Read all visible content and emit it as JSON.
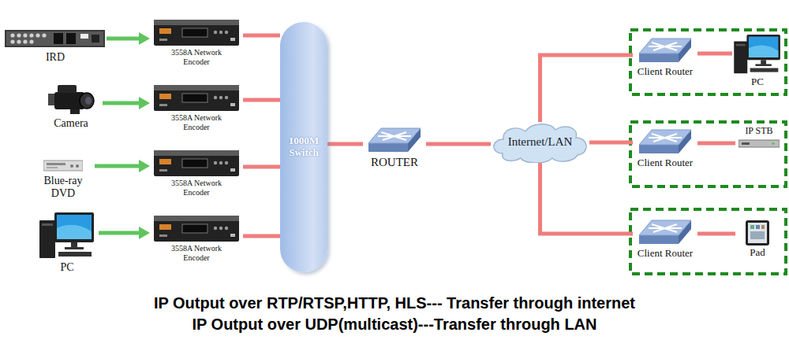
{
  "diagram": {
    "nodes": [
      {
        "text": [
          "IRD"
        ]
      },
      {
        "text": [
          "3558A Network Encoder"
        ]
      },
      {
        "text": [
          "Camera"
        ]
      },
      {
        "text": [
          "3558A Network Encoder"
        ]
      },
      {
        "text": [
          "Blue-ray DVD"
        ]
      },
      {
        "text": [
          "3558A Network Encoder"
        ]
      },
      {
        "text": [
          "PC"
        ]
      },
      {
        "text": [
          "3558A Network Encoder"
        ]
      },
      {
        "text": [
          "1000M Switch"
        ]
      },
      {
        "text": [
          "ROUTER"
        ]
      },
      {
        "text": [
          "Internet/LAN"
        ]
      },
      {
        "text": [
          "Client Router"
        ]
      },
      {
        "text": [
          "PC"
        ]
      },
      {
        "text": [
          "Client Router"
        ]
      },
      {
        "text": [
          "IP STB"
        ]
      },
      {
        "text": [
          "Client Router"
        ]
      },
      {
        "text": [
          "Pad"
        ]
      }
    ],
    "edges": [
      {
        "from": 0,
        "to": 1,
        "arrow": "to"
      },
      {
        "from": 2,
        "to": 3,
        "arrow": "to"
      },
      {
        "from": 4,
        "to": 5,
        "arrow": "to"
      },
      {
        "from": 6,
        "to": 7,
        "arrow": "to"
      },
      {
        "from": 1,
        "to": 8,
        "arrow": "none"
      },
      {
        "from": 3,
        "to": 8,
        "arrow": "none"
      },
      {
        "from": 5,
        "to": 8,
        "arrow": "none"
      },
      {
        "from": 7,
        "to": 8,
        "arrow": "none"
      },
      {
        "from": 8,
        "to": 9,
        "arrow": "none"
      },
      {
        "from": 9,
        "to": 10,
        "arrow": "none"
      },
      {
        "from": 10,
        "to": 11,
        "arrow": "none"
      },
      {
        "from": 10,
        "to": 13,
        "arrow": "none"
      },
      {
        "from": 10,
        "to": 15,
        "arrow": "none"
      },
      {
        "from": 11,
        "to": 12,
        "arrow": "none"
      },
      {
        "from": 13,
        "to": 14,
        "arrow": "none"
      },
      {
        "from": 15,
        "to": 16,
        "arrow": "none"
      }
    ],
    "labels": [
      "IP Output over RTP/RTSP,HTTP, HLS--- Transfer through internet",
      "IP Output over UDP(multicast)---Transfer through LAN"
    ]
  }
}
